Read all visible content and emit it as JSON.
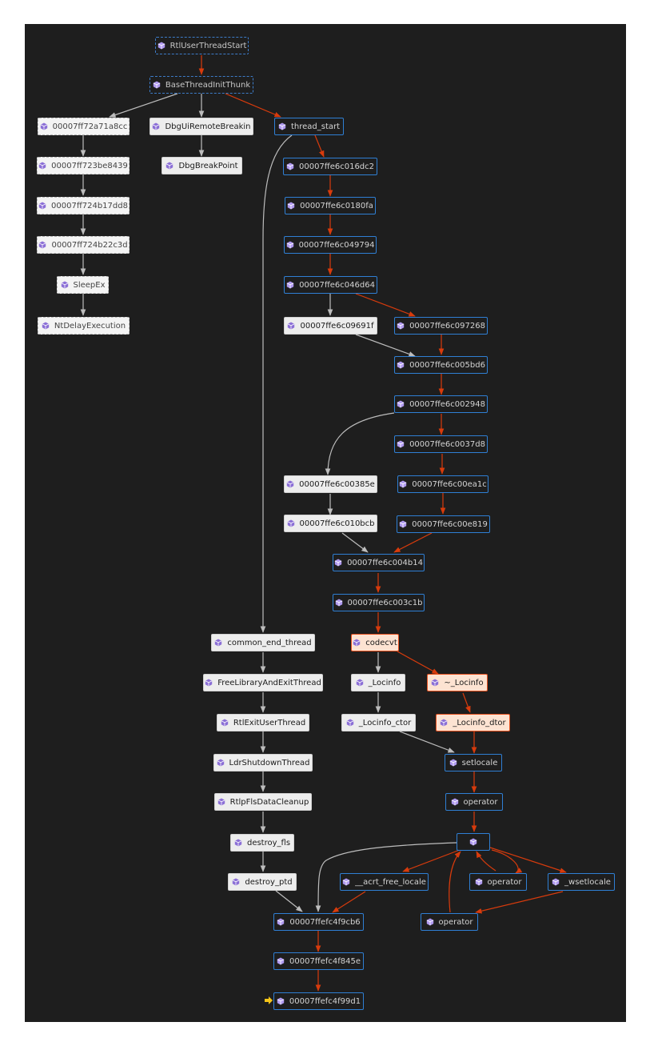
{
  "colors": {
    "canvas_bg": "#1e1e1e",
    "edge_hot": "#d83b0c",
    "edge_cold": "#bdbdbd",
    "node_blue_border": "#2f7fd4",
    "node_orange_border": "#e5501e",
    "node_orange_fill": "#fde3d2",
    "current_frame_arrow": "#f5c518"
  },
  "icons": {
    "node_icon": "package-icon",
    "current_frame": "current-frame-arrow-icon"
  },
  "nodes": {
    "rtlUserThreadStart": "RtlUserThreadStart",
    "baseThreadInitThunk": "BaseThreadInitThunk",
    "a1": "00007ff72a71a8cc",
    "a2": "00007ff723be8439",
    "a3": "00007ff724b17dd8",
    "a4": "00007ff724b22c3d",
    "sleepEx": "SleepEx",
    "ntDelayExecution": "NtDelayExecution",
    "dbgUiRemoteBreakin": "DbgUiRemoteBreakin",
    "dbgBreakPoint": "DbgBreakPoint",
    "thread_start": "thread_start",
    "b1": "00007ffe6c016dc2",
    "b2": "00007ffe6c0180fa",
    "b3": "00007ffe6c049794",
    "b4": "00007ffe6c046d64",
    "b5": "00007ffe6c09691f",
    "b6": "00007ffe6c097268",
    "b7": "00007ffe6c005bd6",
    "b8": "00007ffe6c002948",
    "b9": "00007ffe6c0037d8",
    "b10": "00007ffe6c00ea1c",
    "b11": "00007ffe6c00385e",
    "b12": "00007ffe6c00e819",
    "b13": "00007ffe6c010bcb",
    "b14": "00007ffe6c004b14",
    "b15": "00007ffe6c003c1b",
    "codecvt": "codecvt",
    "locinfo": "_Locinfo",
    "dlocinfo": "~_Locinfo",
    "locinfo_ctor": "_Locinfo_ctor",
    "locinfo_dtor": "_Locinfo_dtor",
    "setlocale": "setlocale",
    "operator1": "operator",
    "blank": "",
    "acrt_free_locale": "__acrt_free_locale",
    "operator2": "operator",
    "wsetlocale": "_wsetlocale",
    "operator3": "operator",
    "common_end_thread": "common_end_thread",
    "freeLibraryAndExitThread": "FreeLibraryAndExitThread",
    "rtlExitUserThread": "RtlExitUserThread",
    "ldrShutdownThread": "LdrShutdownThread",
    "rtlpFlsDataCleanup": "RtlpFlsDataCleanup",
    "destroy_fls": "destroy_fls",
    "destroy_ptd": "destroy_ptd",
    "c1": "00007ffefc4f9cb6",
    "c2": "00007ffefc4f845e",
    "c3": "00007ffefc4f99d1"
  }
}
